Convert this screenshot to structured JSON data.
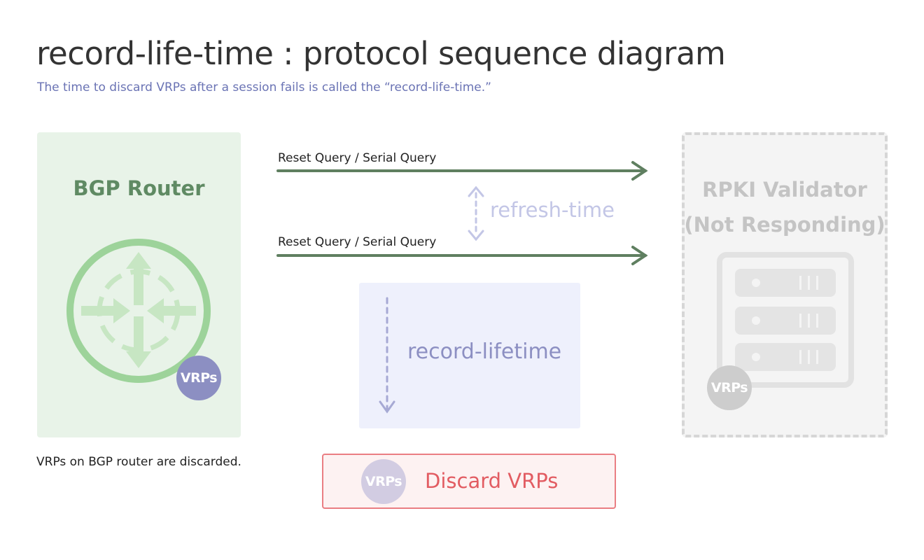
{
  "header": {
    "title": "record-life-time : protocol sequence diagram",
    "subtitle": "The time to discard VRPs after a session fails is called the “record-life-time.”"
  },
  "router": {
    "title": "BGP Router",
    "badge": "VRPs",
    "note": "VRPs on BGP router are discarded."
  },
  "messages": [
    {
      "label": "Reset Query / Serial Query"
    },
    {
      "label": "Reset Query / Serial Query"
    }
  ],
  "refresh": {
    "label": "refresh-time"
  },
  "lifetime": {
    "label": "record-lifetime"
  },
  "discard": {
    "badge": "VRPs",
    "label": "Discard VRPs"
  },
  "validator": {
    "title_line1": "RPKI Validator",
    "title_line2": "(Not Responding)",
    "badge": "VRPs"
  },
  "colors": {
    "router_fill": "#e8f3e8",
    "router_accent": "#9dd39a",
    "arrow": "#5f7f60",
    "vrp_badge": "#8c8fc2",
    "discard": "#e25c62",
    "validator_gray": "#d6d6d6"
  }
}
